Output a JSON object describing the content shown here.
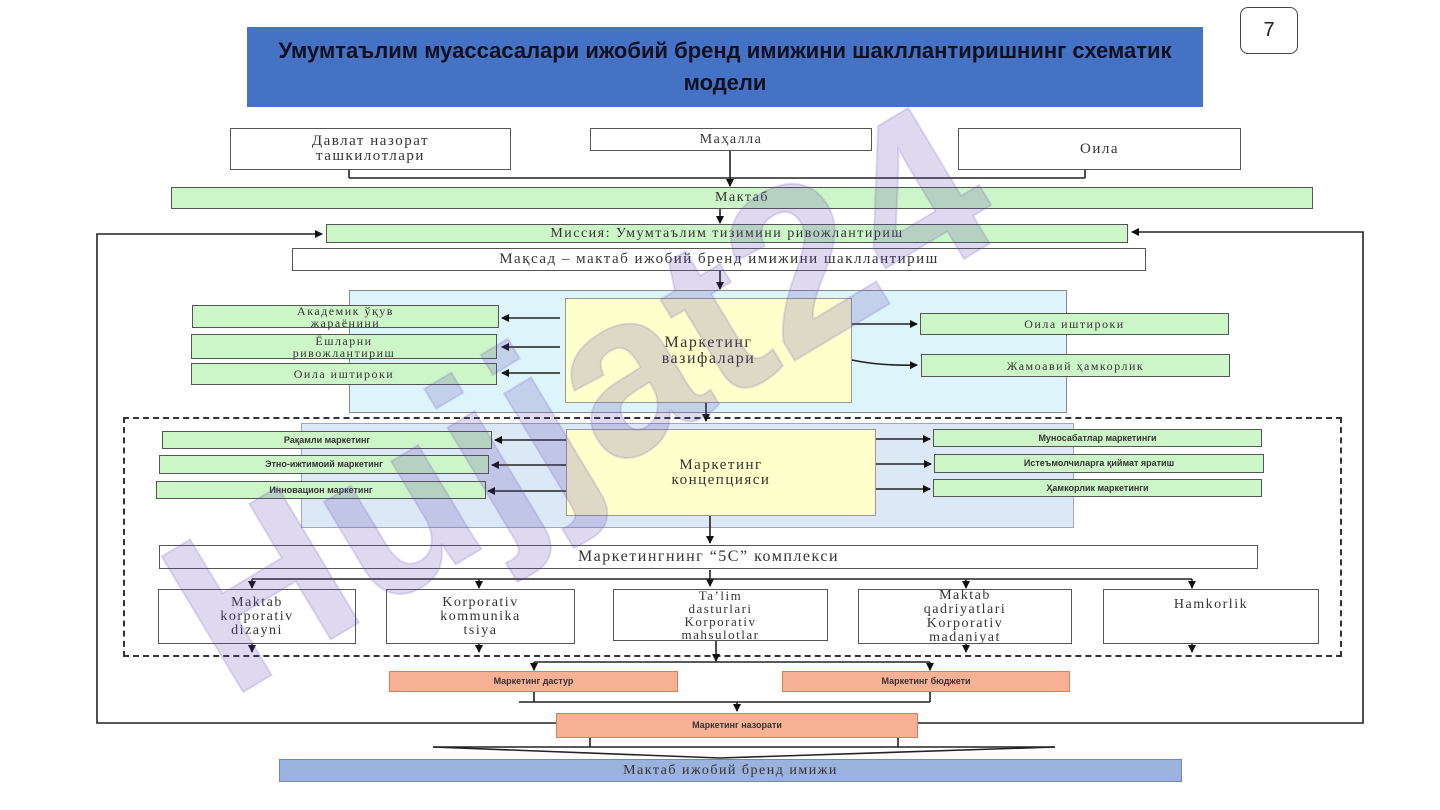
{
  "title": "Умумтаълим муассасалари ижобий бренд имижини шакллантиришнинг схематик модели",
  "page_number": "7",
  "watermark": "Hujjat24",
  "top_row": {
    "state": "Давлат назорат\nташкилотлари",
    "mahalla": "Маҳалла",
    "family": "Оила"
  },
  "school": "Мактаб",
  "mission": "Миссия: Умумтаълим тизимини ривожлантириш",
  "goal": "Мақсад – мактаб ижобий бренд имижини шакллантириш",
  "functions": {
    "center": "Маркетинг\nвазифалари",
    "left": [
      "Академик ўқув\nжараёнини",
      "Ёшларни\nривожлантириш",
      "Оила иштироки"
    ],
    "right": [
      "Оила иштироки",
      "Жамоавий ҳамкорлик"
    ]
  },
  "concept": {
    "center": "Маркетинг\nконцепцияси",
    "left": [
      "Рақамли маркетинг",
      "Этно-ижтимоий маркетинг",
      "Инновацион маркетинг"
    ],
    "right": [
      "Муносабатлар маркетинги",
      "Истеъмолчиларга қиймат яратиш",
      "Ҳамкорлик маркетинги"
    ]
  },
  "complex_5c": "Маркетингнинг “5C” комплекси",
  "five_c": [
    "Maktab\nkorporativ\ndizayni",
    "Korporativ\nkommunika\ntsiya",
    "Ta’lim\ndasturlari\nKorporativ\nmahsulotlar",
    "Maktab\nqadriyatlari\nKorporativ\nmadaniyat",
    "Hamkorlik"
  ],
  "program": "Маркетинг дастур",
  "budget": "Маркетинг бюджети",
  "control": "Маркетинг назорати",
  "result": "Мактаб ижобий бренд имижи"
}
